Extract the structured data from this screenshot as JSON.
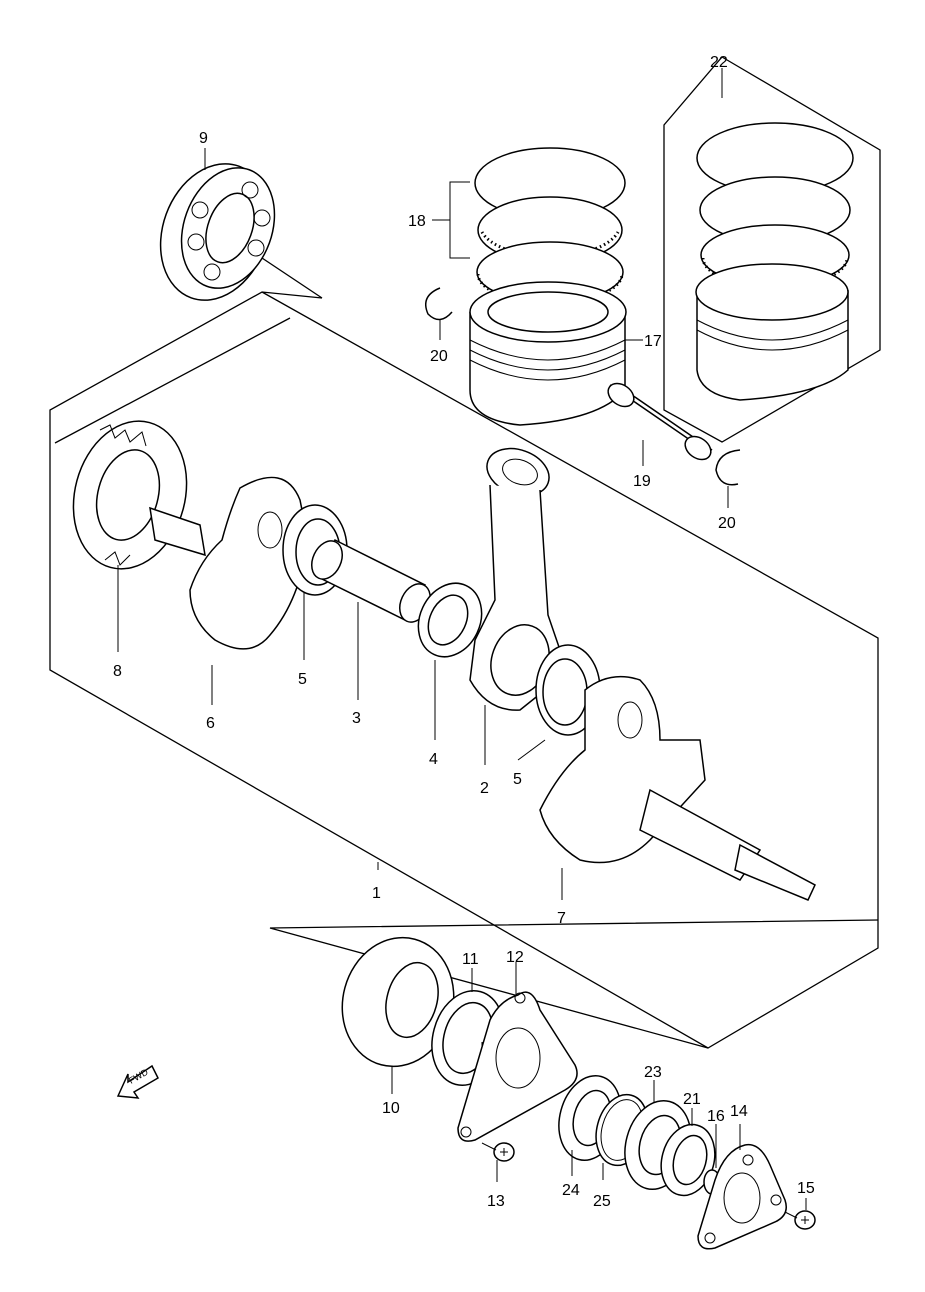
{
  "callouts": {
    "c1": "1",
    "c2": "2",
    "c3": "3",
    "c4": "4",
    "c5a": "5",
    "c5b": "5",
    "c6": "6",
    "c7": "7",
    "c8": "8",
    "c9": "9",
    "c10": "10",
    "c11": "11",
    "c12": "12",
    "c13": "13",
    "c14": "14",
    "c15": "15",
    "c16": "16",
    "c17": "17",
    "c18": "18",
    "c19": "19",
    "c20a": "20",
    "c20b": "20",
    "c21": "21",
    "c22": "22",
    "c23": "23",
    "c24": "24",
    "c25": "25"
  },
  "fwd_label": "FWD"
}
